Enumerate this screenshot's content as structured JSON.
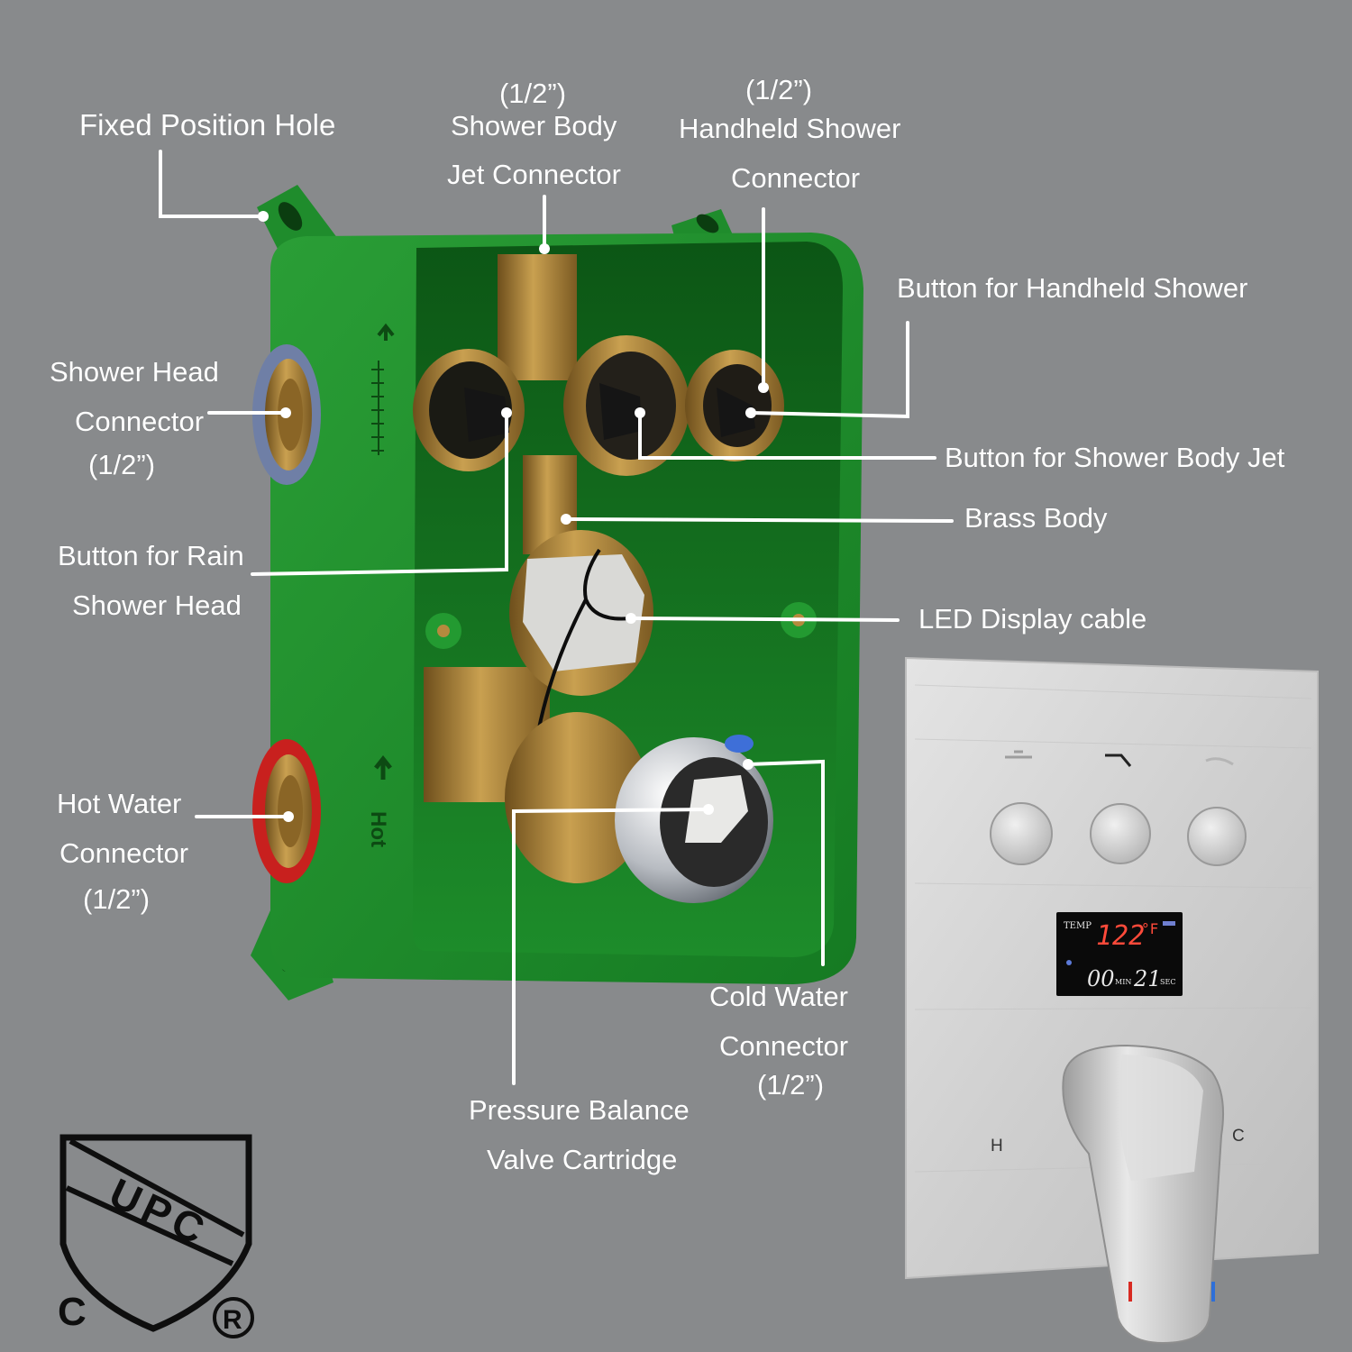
{
  "colors": {
    "background": "#888a8c",
    "box_green": "#1e8a2c",
    "box_green_dark": "#0f5b18",
    "brass": "#b58a3e",
    "panel_silver": "#d4d4d4",
    "leader_line": "#ffffff",
    "hot_ring": "#c8201e",
    "cold_ring": "#4a6fd0",
    "lcd_red": "#ff4a3a"
  },
  "labels": {
    "fixed_position_hole": "Fixed Position Hole",
    "shower_body_jet": {
      "size": "(1/2”)",
      "line1": "Shower Body",
      "line2": "Jet Connector"
    },
    "handheld_shower": {
      "size": "(1/2”)",
      "line1": "Handheld Shower",
      "line2": "Connector"
    },
    "button_handheld": "Button for Handheld Shower",
    "shower_head_connector": {
      "line1": "Shower Head",
      "line2": "Connector",
      "size": "(1/2”)"
    },
    "button_body_jet": "Button for Shower Body Jet",
    "brass_body": "Brass Body",
    "button_rain": {
      "line1": "Button for Rain",
      "line2": "Shower Head"
    },
    "led_cable": "LED Display cable",
    "hot_water": {
      "line1": "Hot Water",
      "line2": "Connector",
      "size": "(1/2”)"
    },
    "cold_water": {
      "line1": "Cold Water",
      "line2": "Connector",
      "size": "(1/2”)"
    },
    "pressure_balance": {
      "line1": "Pressure Balance",
      "line2": "Valve Cartridge"
    }
  },
  "box_markings": {
    "hot": "Hot"
  },
  "panel": {
    "display": {
      "temp_label": "TEMP",
      "temp_value": "122",
      "temp_unit": "°F",
      "minutes": "00",
      "min_label": "MIN",
      "seconds": "21",
      "sec_label": "SEC"
    },
    "hot_mark": "H",
    "cold_mark": "C"
  },
  "certification": {
    "upc": "UPC",
    "c": "C",
    "r": "R"
  }
}
